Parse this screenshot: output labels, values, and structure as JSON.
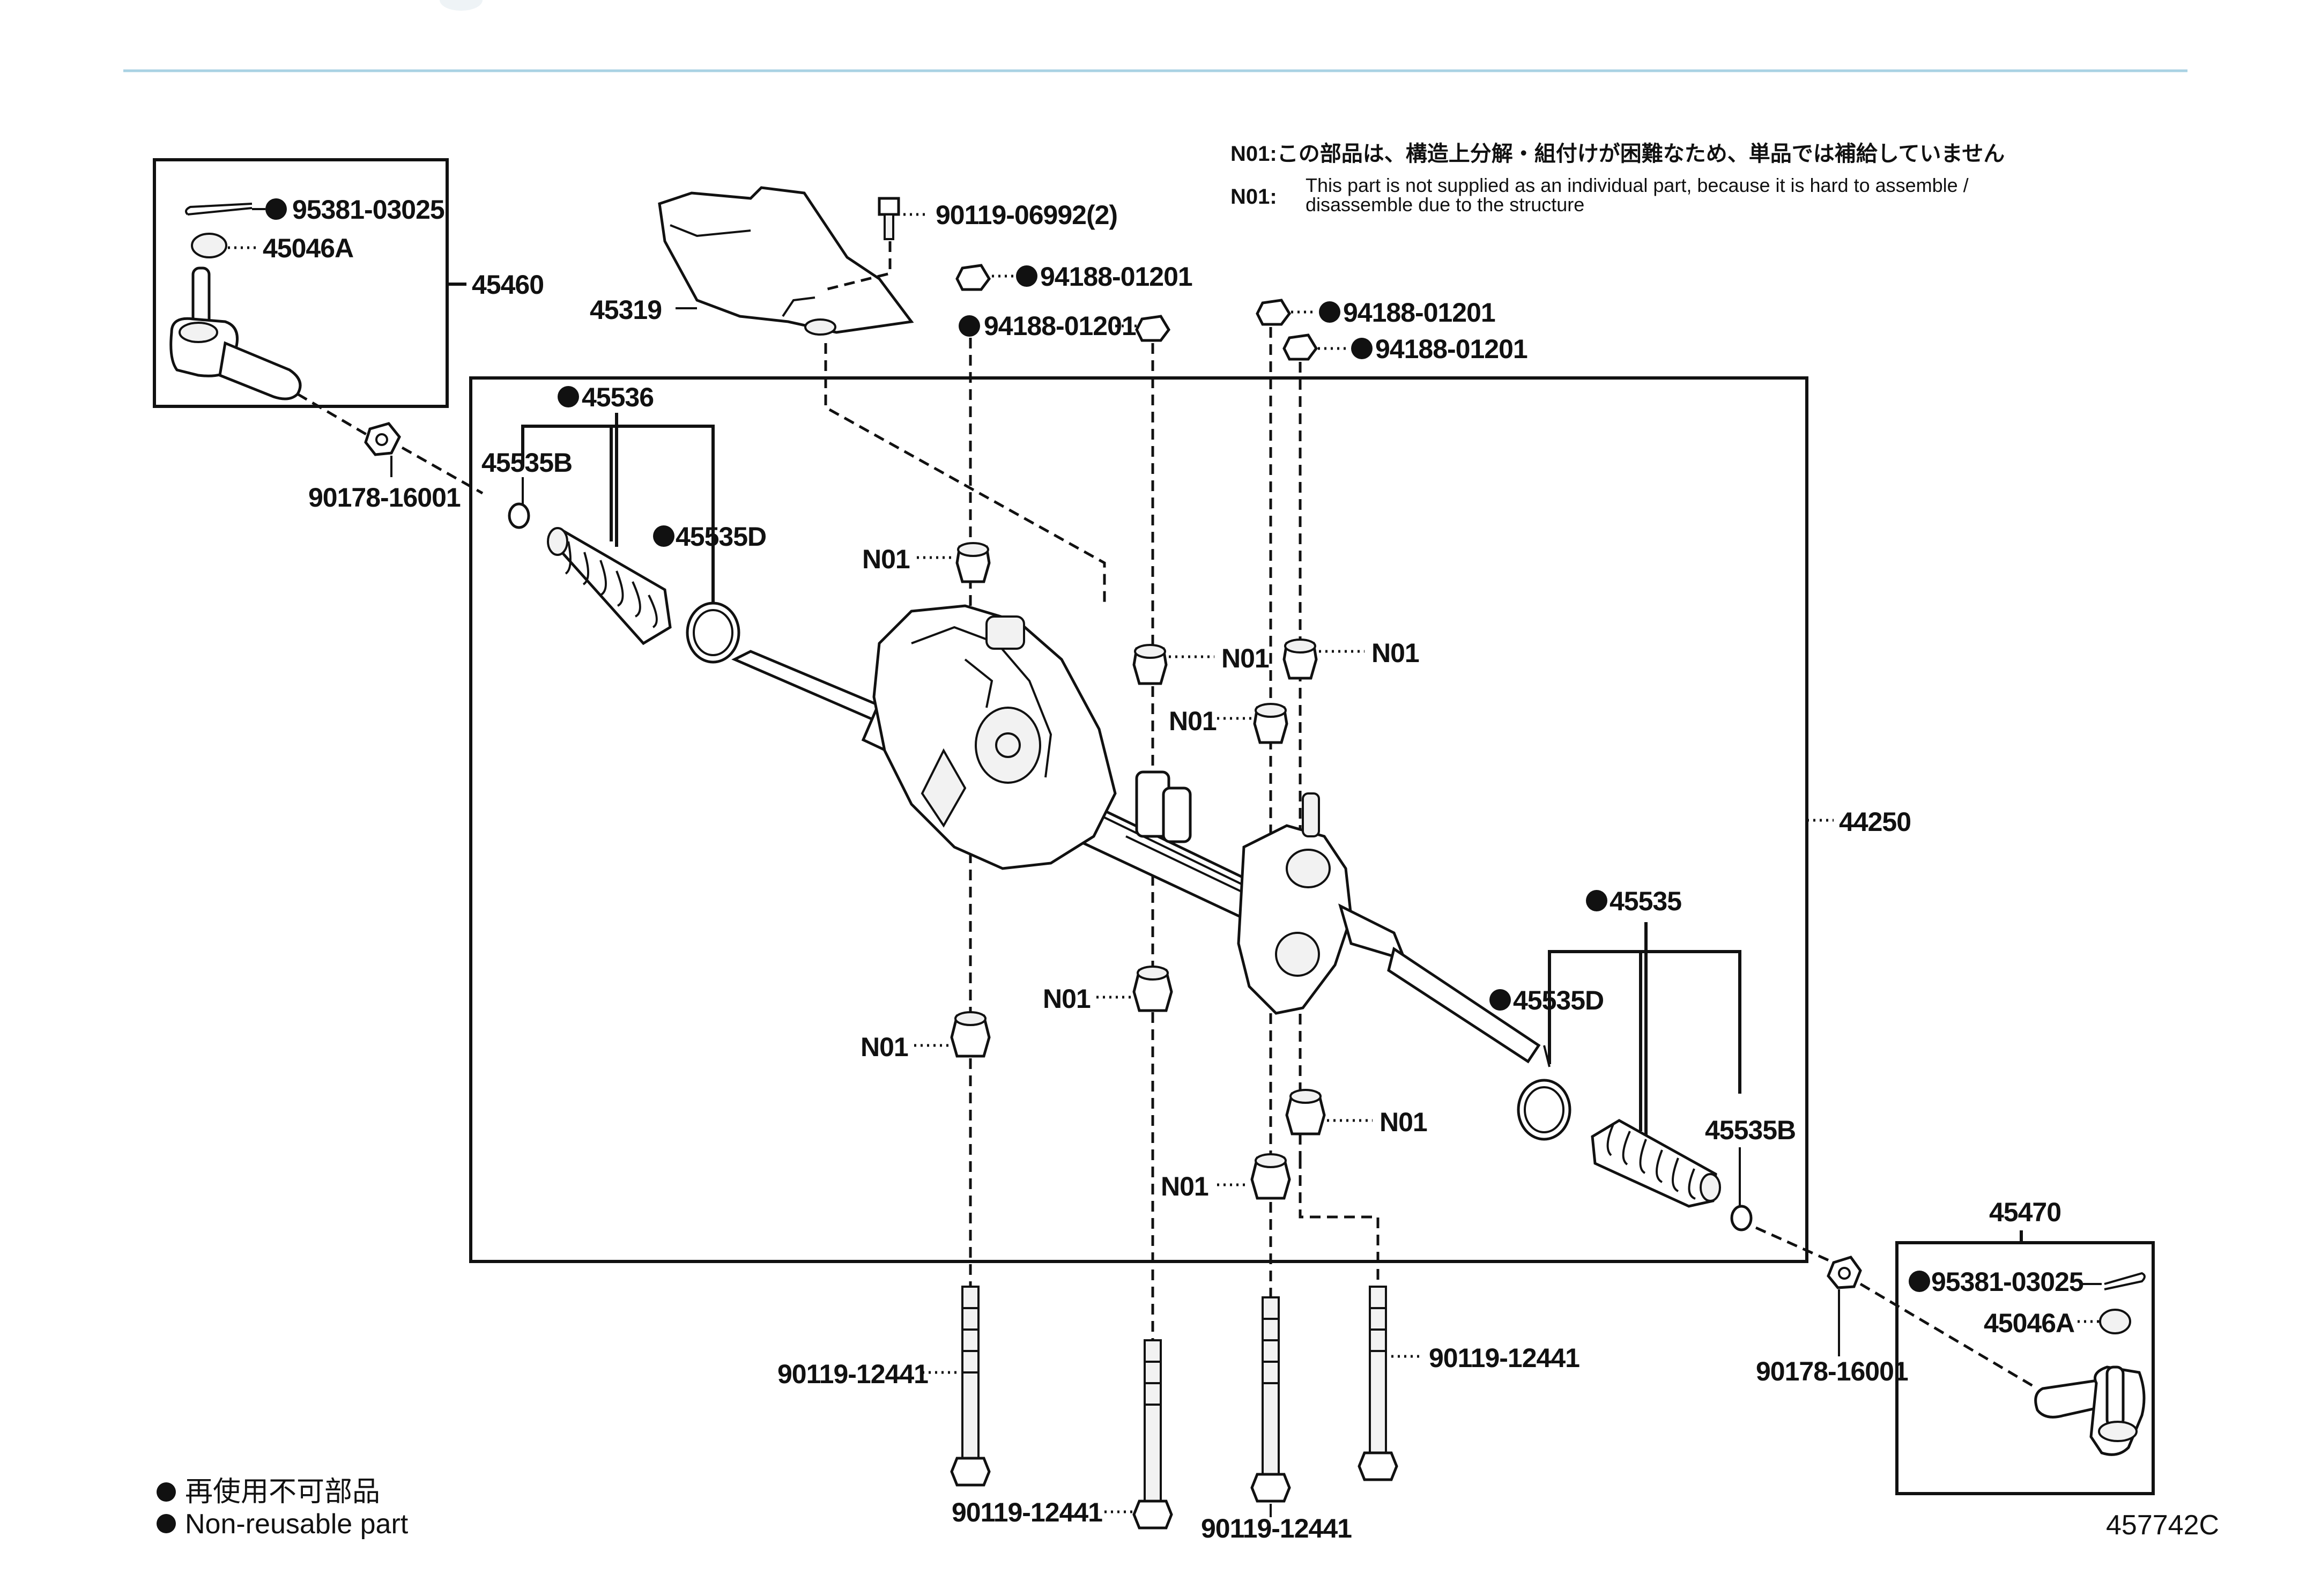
{
  "header": {
    "rule_color": "#a9d2e3"
  },
  "notes": {
    "n01_jp": "N01:この部品は、構造上分解・組付けが困難なため、単品では補給していません",
    "n01_en_label": "N01:",
    "n01_en_line1": "This part is not supplied as an individual part, because it is hard to assemble /",
    "n01_en_line2": "disassemble due to the structure"
  },
  "parts": {
    "p95381_left": "95381-03025",
    "p45046A_left": "45046A",
    "p45460": "45460",
    "p45319": "45319",
    "p90119_06992": "90119-06992(2)",
    "p94188_a": "94188-01201",
    "p94188_b": "94188-01201",
    "p94188_c": "94188-01201",
    "p94188_d": "94188-01201",
    "p45536": "45536",
    "p45535B_left": "45535B",
    "p90178_left": "90178-16001",
    "p45535D_left": "45535D",
    "n01_1": "N01",
    "n01_2": "N01",
    "n01_3": "N01",
    "n01_4": "N01",
    "n01_5": "N01",
    "n01_6": "N01",
    "n01_7": "N01",
    "n01_8": "N01",
    "p44250": "44250",
    "p45535": "45535",
    "p45535D_right": "45535D",
    "p45535B_right": "45535B",
    "p45470": "45470",
    "p95381_right": "95381-03025",
    "p45046A_right": "45046A",
    "p90178_right": "90178-16001",
    "p90119_12441_a": "90119-12441",
    "p90119_12441_b": "90119-12441",
    "p90119_12441_c": "90119-12441",
    "p90119_12441_d": "90119-12441"
  },
  "legend": {
    "jp": "再使用不可部品",
    "en": "Non-reusable part"
  },
  "figure_id": "457742C"
}
